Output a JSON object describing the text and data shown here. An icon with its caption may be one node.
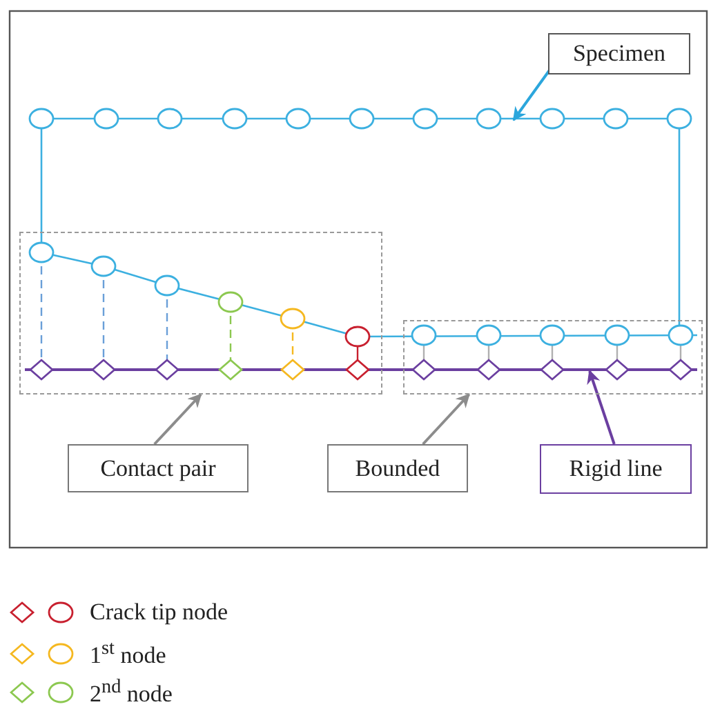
{
  "diagram": {
    "nodes": [
      {
        "text": [
          "Specimen"
        ]
      },
      {
        "text": [],
        "shape": "box"
      },
      {
        "text": [],
        "shape": "box"
      },
      {
        "text": [
          "Contact pair"
        ]
      },
      {
        "text": [
          "Bounded"
        ]
      },
      {
        "text": [
          "Rigid line"
        ]
      },
      {
        "text": [],
        "shape": "bar"
      }
    ],
    "edges": [
      {
        "from": 0,
        "to": null,
        "arrow": "to",
        "color": "#2ba6dc"
      },
      {
        "from": 3,
        "to": 1,
        "arrow": "to"
      },
      {
        "from": 4,
        "to": 2,
        "arrow": "to"
      },
      {
        "from": 5,
        "to": 6,
        "arrow": "to",
        "color": "#6b3fa0"
      }
    ],
    "legend": [
      {
        "text": "Crack tip node"
      },
      {
        "text": "1$^{st}$ node"
      },
      {
        "text": "2$^{nd}$ node"
      }
    ]
  }
}
